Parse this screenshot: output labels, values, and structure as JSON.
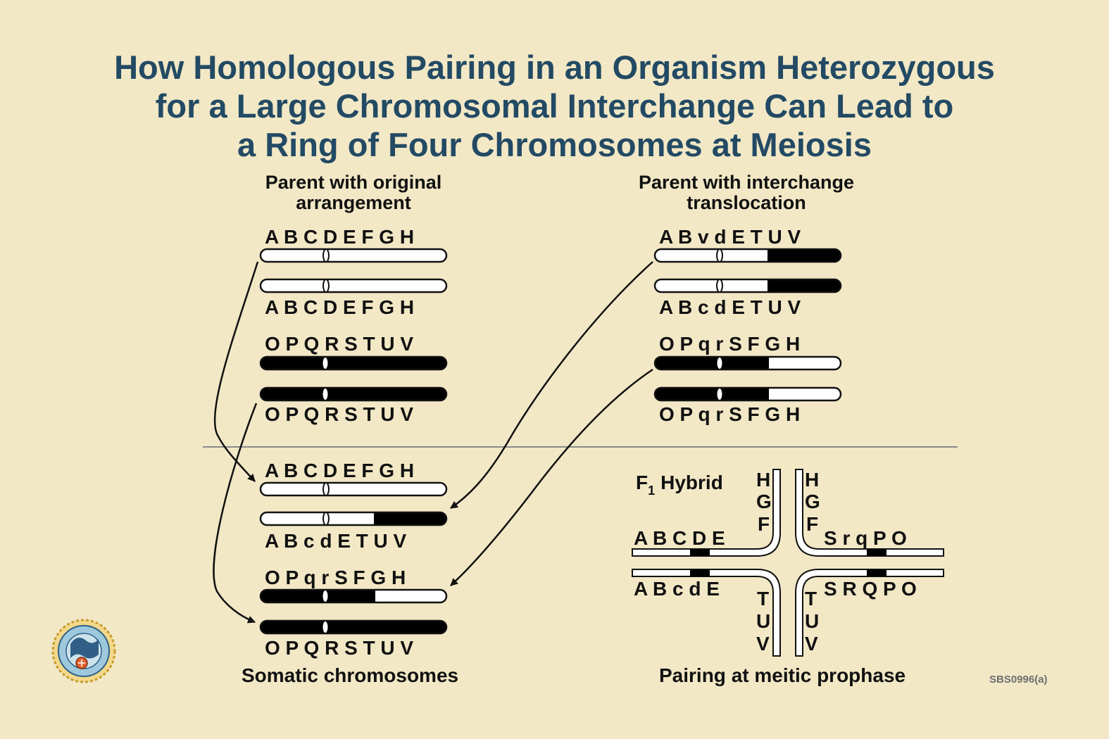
{
  "title": {
    "lines": [
      "How Homologous Pairing in an Organism Heterozygous",
      "for a Large Chromosomal Interchange Can Lead to",
      "a Ring of Four Chromosomes at Meiosis"
    ]
  },
  "parent_original": {
    "heading": [
      "Parent with original",
      "arrangement"
    ],
    "labels": [
      "A B C D E F G H",
      "A B C D E F G H",
      "O P Q R S T U V",
      "O P Q R S T U V"
    ]
  },
  "parent_translocation": {
    "heading": [
      "Parent with interchange",
      "translocation"
    ],
    "labels": [
      "A B v d E T U V",
      "A B c d E T U V",
      "O P q r  S F G H",
      "O P q r  S F G H"
    ]
  },
  "somatic": {
    "caption": "Somatic chromosomes",
    "labels": [
      "A B C D E F G H",
      "A B c d E T U V",
      "O P q r  S F G H",
      "O P Q R S T U V"
    ]
  },
  "pairing": {
    "caption": "Pairing at meitic prophase",
    "hybrid_label": "F",
    "hybrid_sub": "1",
    "hybrid_word": "Hybrid",
    "top_left": "A B C   D E",
    "top_right": "S  r    q P O",
    "bottom_left": "A B c   d E",
    "bottom_right": "S  R    Q P O",
    "vert_top_left": [
      "H",
      "G",
      "F"
    ],
    "vert_top_right": [
      "H",
      "G",
      "F"
    ],
    "vert_bottom_left": [
      "T",
      "U",
      "V"
    ],
    "vert_bottom_right": [
      "T",
      "U",
      "V"
    ]
  },
  "figure_code": "SBS0996(a)",
  "colors": {
    "background": "#f2e8c6",
    "title": "#234a64",
    "chromatin_dark": "#000000",
    "chromatin_light": "#ffffff"
  },
  "logo_icon": "university-seal-icon"
}
